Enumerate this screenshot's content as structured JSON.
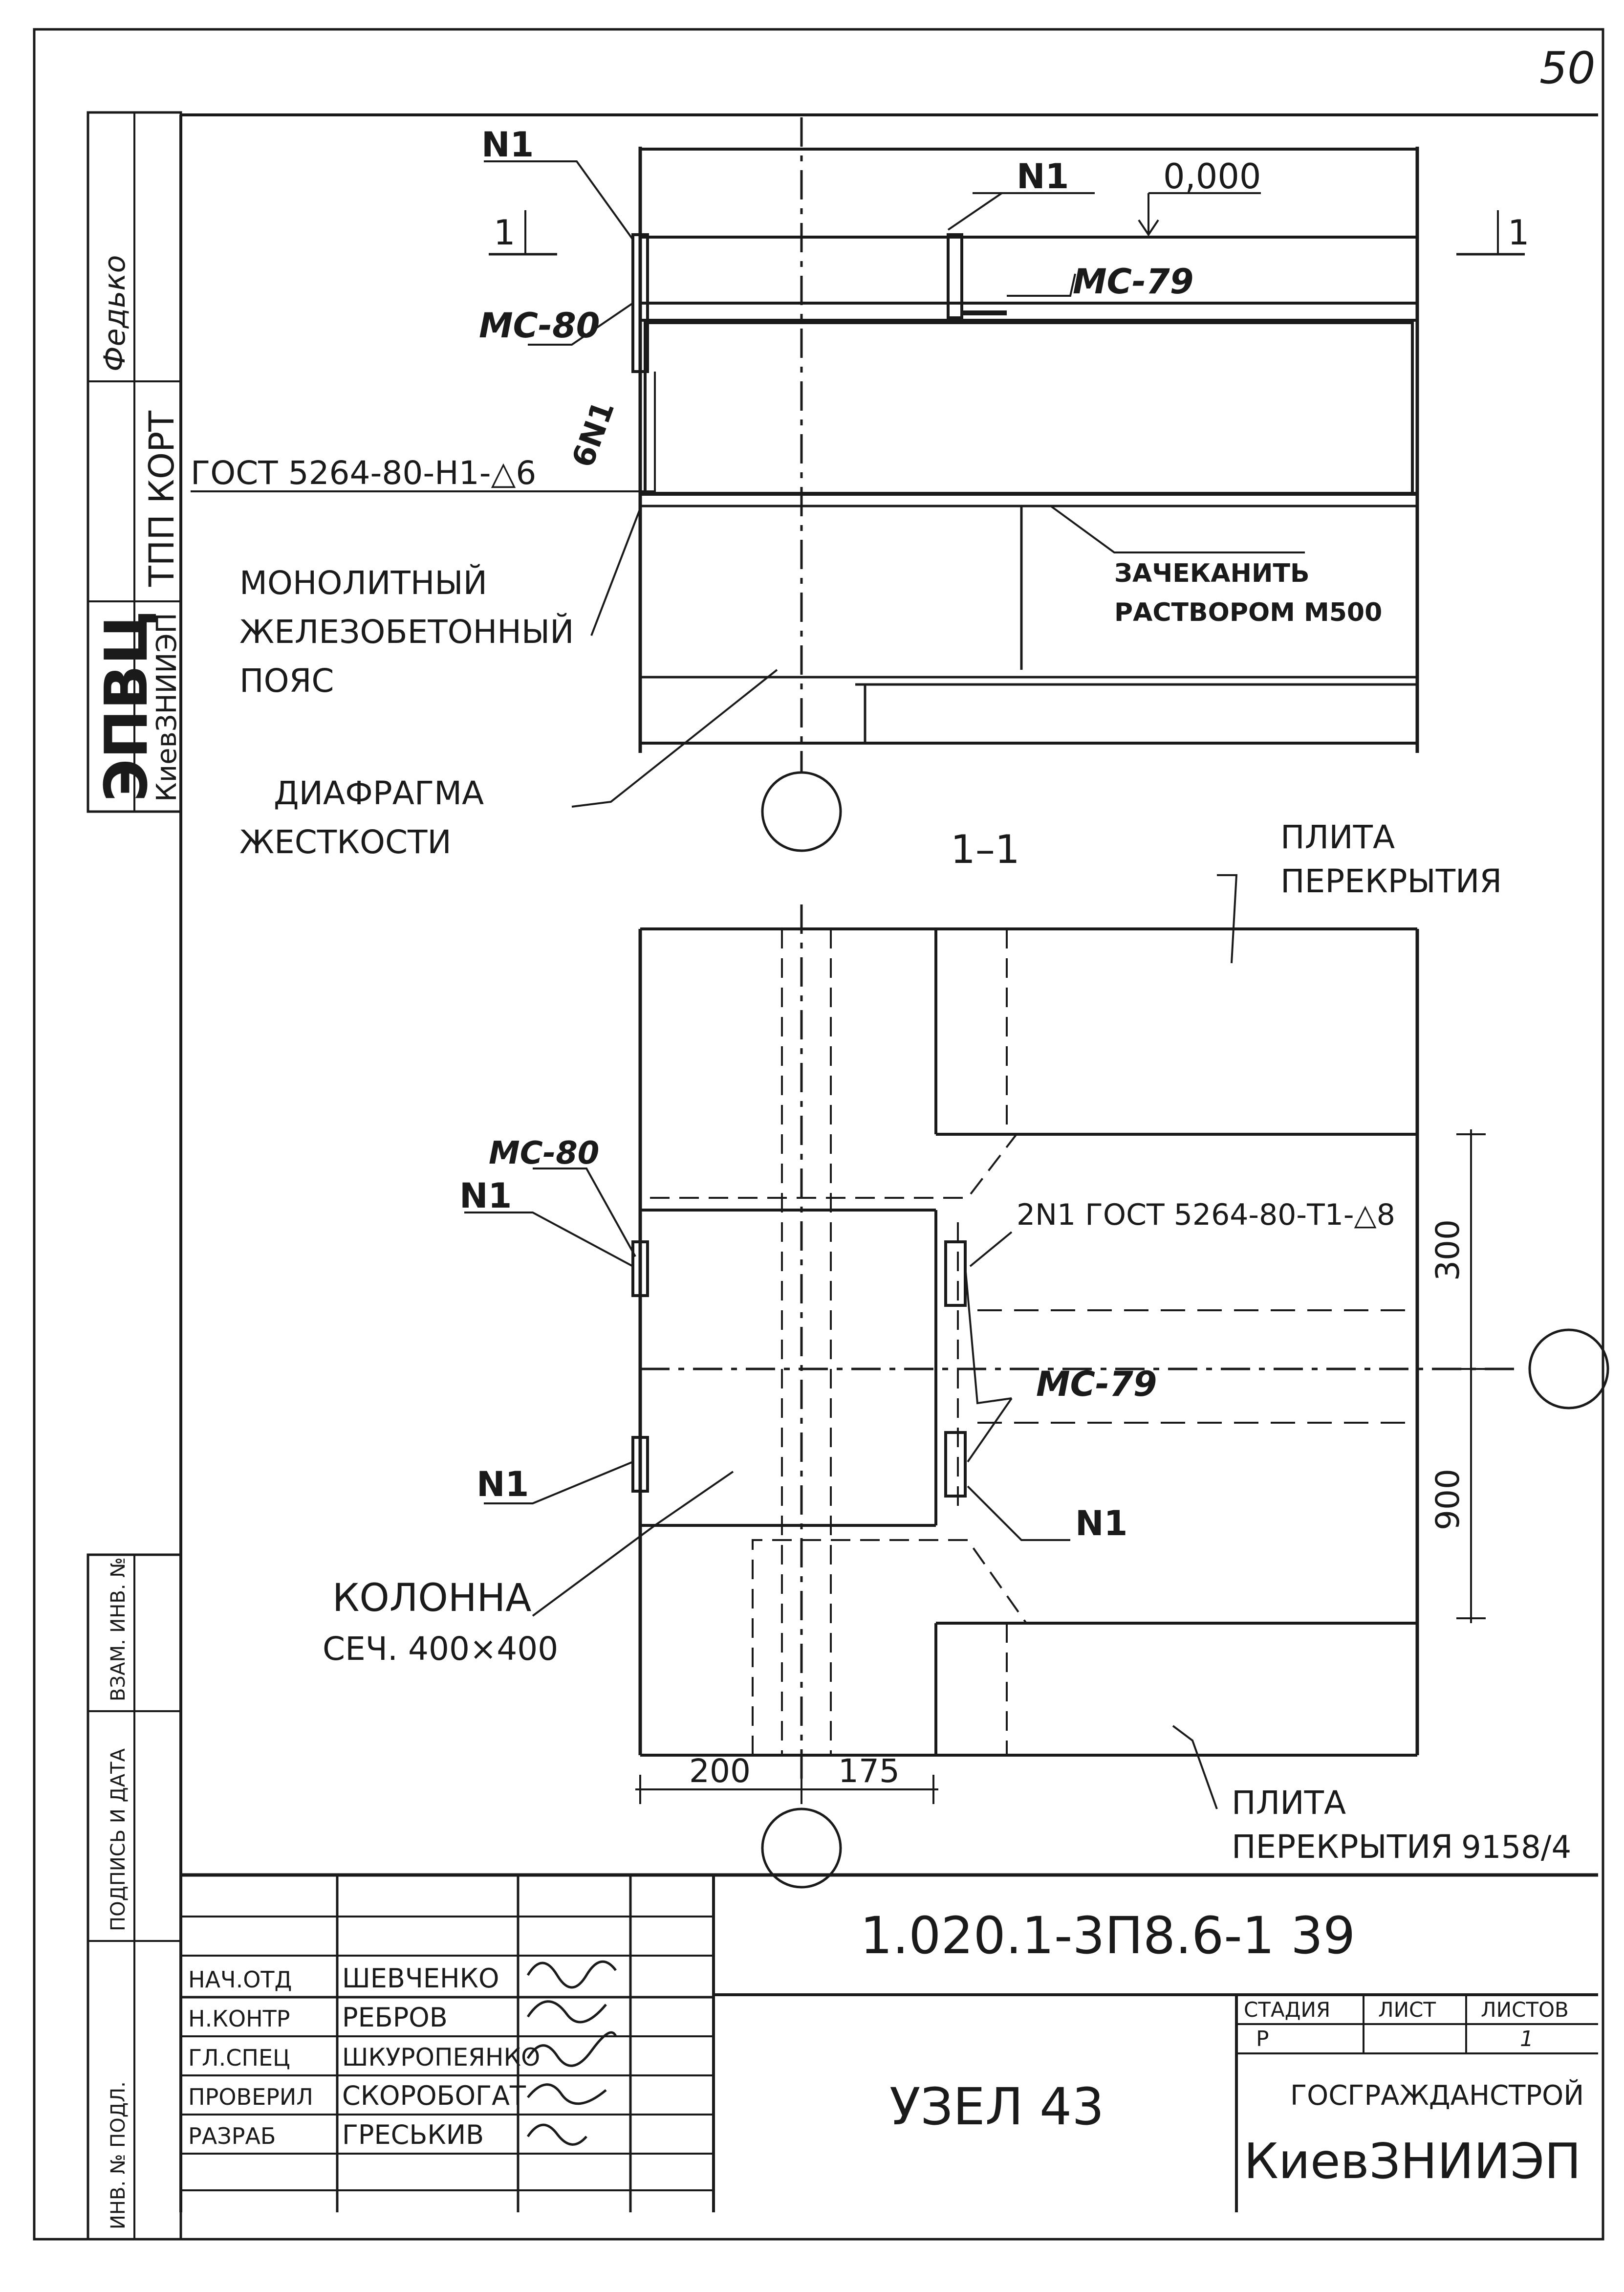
{
  "page_number": "50",
  "marks": {
    "n1": "N1",
    "level": "0,000",
    "section": "1",
    "section_pair": "1–1",
    "mc80": "МС-80",
    "mc79": "МС-79",
    "weld_top": "6N1",
    "weld_gost_top": "ГОСТ 5264-80-Н1-△6",
    "weld_gost_plan": "2N1 ГОСТ 5264-80-Т1-△8",
    "caulk": [
      "ЗАЧЕКАНИТЬ",
      "РАСТВОРОМ М500"
    ],
    "belt": [
      "МОНОЛИТНЫЙ",
      "ЖЕЛЕЗОБЕТОННЫЙ",
      "ПОЯС"
    ],
    "diaphragm": [
      "ДИАФРАГМА",
      "ЖЕСТКОСТИ"
    ],
    "slab": [
      "ПЛИТА",
      "ПЕРЕКРЫТИЯ"
    ],
    "column": [
      "КОЛОННА",
      "СЕЧ. 400×400"
    ]
  },
  "dimensions": {
    "d300": "300",
    "d900": "900",
    "d200": "200",
    "d175": "175"
  },
  "stamp": {
    "code": "1.020.1-3П8.6-1 39",
    "title": "УЗЕЛ 43",
    "org1": "ГОСГРАЖДАНСТРОЙ",
    "org2": "КиевЗНИИЭП",
    "stage_label": "СТАДИЯ",
    "sheet_label": "ЛИСТ",
    "sheets_label": "ЛИСТОВ",
    "stage": "Р",
    "sheets": "1",
    "roles": [
      "НАЧ.ОТД",
      "Н.КОНТР",
      "ГЛ.СПЕЦ",
      "ПРОВЕРИЛ",
      "РАЗРАБ"
    ],
    "names": [
      "ШЕВЧЕНКО",
      "РЕБРОВ",
      "ШКУРОПЕЯНКО",
      "СКОРОБОГАТ",
      "ГРЕСЬКИВ"
    ],
    "copy_no": "9158/4"
  },
  "side_strip": {
    "org": "ЭПВЦ",
    "institute": "КиевЗНИИЭП",
    "stage": "ТПП КОРТ",
    "sign": "Федько",
    "fields": [
      "ВЗАМ. ИНВ. №",
      "ПОДПИСЬ И ДАТА",
      "ИНВ. № ПОДЛ."
    ]
  }
}
